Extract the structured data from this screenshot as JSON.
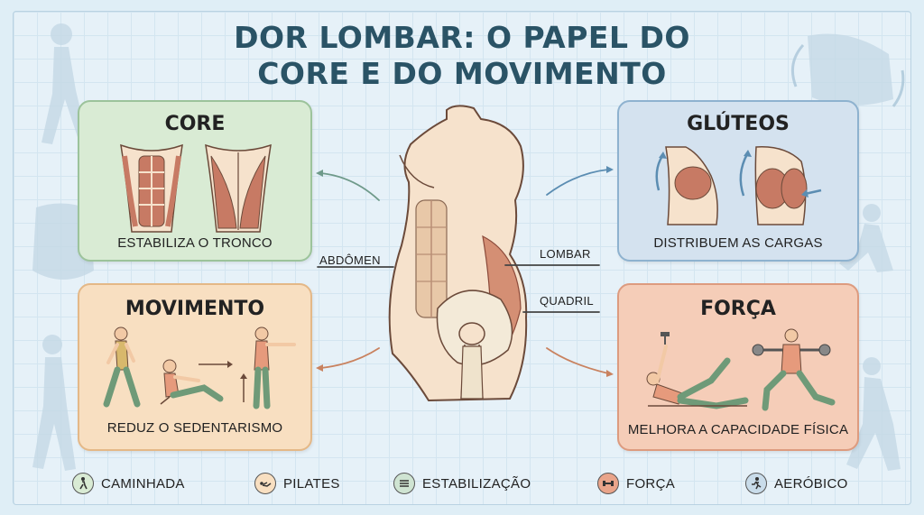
{
  "title": {
    "line1": "DOR LOMBAR: O PAPEL DO",
    "line2": "CORE E DO MOVIMENTO"
  },
  "cards": {
    "core": {
      "heading": "CORE",
      "caption": "ESTABILIZA O TRONCO",
      "color": "#d9ebd4"
    },
    "gluteos": {
      "heading": "GLÚTEOS",
      "caption": "DISTRIBUEM AS CARGAS",
      "color": "#d4e2ef"
    },
    "movimento": {
      "heading": "MOVIMENTO",
      "caption": "REDUZ O SEDENTARISMO",
      "color": "#f8dfc1"
    },
    "forca": {
      "heading": "FORÇA",
      "caption": "MELHORA A CAPACIDADE FÍSICA",
      "color": "#f5cdb8"
    }
  },
  "anatomy_labels": {
    "abdomen": "ABDÔMEN",
    "lombar": "LOMBAR",
    "quadril": "QUADRIL"
  },
  "legend": [
    {
      "label": "CAMINHADA",
      "icon": "walking-icon",
      "color": "#d9ebd4"
    },
    {
      "label": "PILATES",
      "icon": "pilates-icon",
      "color": "#f8dfc1"
    },
    {
      "label": "ESTABILIZAÇÃO",
      "icon": "stabilization-icon",
      "color": "#cfe4d2"
    },
    {
      "label": "FORÇA",
      "icon": "dumbbell-icon",
      "color": "#e9a48a"
    },
    {
      "label": "AERÓBICO",
      "icon": "running-icon",
      "color": "#c9dcea"
    }
  ]
}
